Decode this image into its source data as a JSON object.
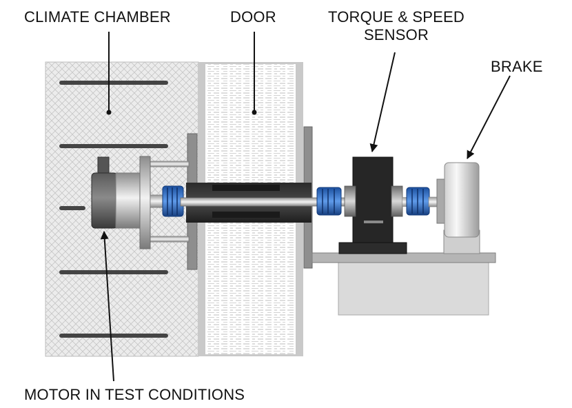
{
  "labels": {
    "climate_chamber": "CLIMATE CHAMBER",
    "door": "DOOR",
    "torque_line1": "TORQUE & SPEED",
    "torque_line2": "SENSOR",
    "brake": "BRAKE",
    "motor": "MOTOR IN TEST CONDITIONS"
  }
}
